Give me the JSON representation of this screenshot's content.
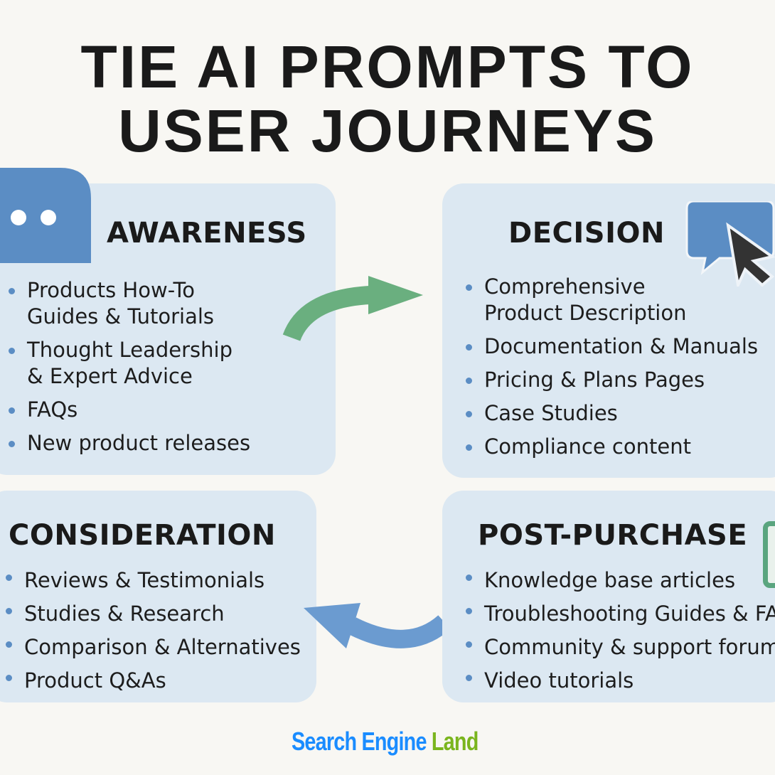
{
  "title": {
    "line1": "TIE AI PROMPTS TO",
    "line2": "USER JOURNEYS"
  },
  "awareness": {
    "heading": "AWARENESS",
    "items": [
      "Products How-To",
      "Guides & Tutorials",
      "Thought Leadership",
      "& Expert Advice",
      "FAQs",
      "New product releases"
    ]
  },
  "decision": {
    "heading": "DECISION",
    "items": [
      "Comprehensive",
      "Product Description",
      "Documentation & Manuals",
      "Pricing & Plans Pages",
      "Case Studies",
      "Compliance content"
    ]
  },
  "consideration": {
    "heading": "CONSIDERATION",
    "items": [
      "Reviews & Testimonials",
      "Studies & Research",
      "Comparison & Alternatives",
      "Product Q&As"
    ]
  },
  "post_purchase": {
    "heading": "POST-PURCHASE",
    "items": [
      "Knowledge base articles",
      "Troubleshooting Guides & FA",
      "Community & support forum",
      "Video tutorials"
    ]
  },
  "logo": {
    "part1": "Search Engine",
    "part2": "Land"
  },
  "colors": {
    "card": "#dce8f2",
    "blue": "#5b8dc4",
    "green": "#6aaf7f",
    "logo_blue": "#1a8cff",
    "logo_green": "#7ab51d"
  }
}
